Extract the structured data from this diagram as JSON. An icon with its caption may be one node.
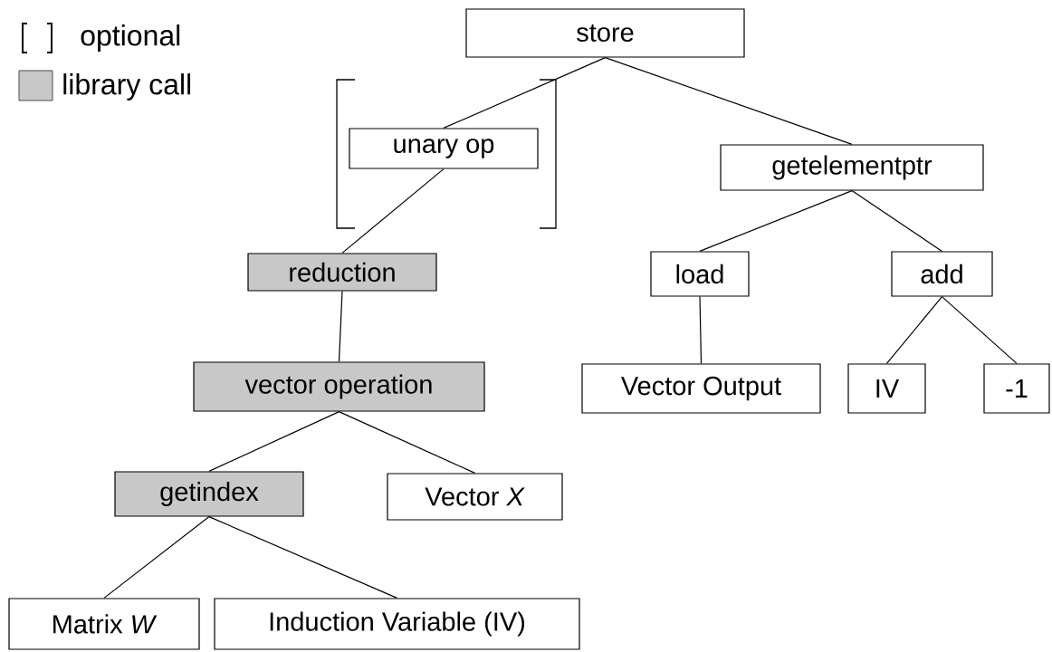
{
  "diagram": {
    "nodes": [
      {
        "text": [
          "store"
        ]
      },
      {
        "text": [
          "unary op"
        ]
      },
      {
        "text": [
          "getelementptr"
        ]
      },
      {
        "text": [
          "reduction"
        ]
      },
      {
        "text": [
          "load"
        ]
      },
      {
        "text": [
          "add"
        ]
      },
      {
        "text": [
          "vector operation"
        ]
      },
      {
        "text": [
          "Vector Output"
        ]
      },
      {
        "text": [
          "IV"
        ]
      },
      {
        "text": [
          "-1"
        ]
      },
      {
        "text": [
          "getindex"
        ]
      },
      {
        "text": [
          "Vector *X*"
        ]
      },
      {
        "text": [
          "Matrix *W*"
        ]
      },
      {
        "text": [
          "Induction Variable (IV)"
        ]
      }
    ],
    "edges": [
      {
        "from": 0,
        "to": 1,
        "arrow": "none"
      },
      {
        "from": 0,
        "to": 2,
        "arrow": "none"
      },
      {
        "from": 1,
        "to": 3,
        "arrow": "none"
      },
      {
        "from": 2,
        "to": 4,
        "arrow": "none"
      },
      {
        "from": 2,
        "to": 5,
        "arrow": "none"
      },
      {
        "from": 3,
        "to": 6,
        "arrow": "none"
      },
      {
        "from": 4,
        "to": 7,
        "arrow": "none"
      },
      {
        "from": 5,
        "to": 8,
        "arrow": "none"
      },
      {
        "from": 5,
        "to": 9,
        "arrow": "none"
      },
      {
        "from": 6,
        "to": 10,
        "arrow": "none"
      },
      {
        "from": 6,
        "to": 11,
        "arrow": "none"
      },
      {
        "from": 10,
        "to": 12,
        "arrow": "none"
      },
      {
        "from": 10,
        "to": 13,
        "arrow": "none"
      }
    ],
    "legend": [
      {
        "text": "optional"
      },
      {
        "text": "library call",
        "color": "#c8c8c8"
      }
    ]
  }
}
